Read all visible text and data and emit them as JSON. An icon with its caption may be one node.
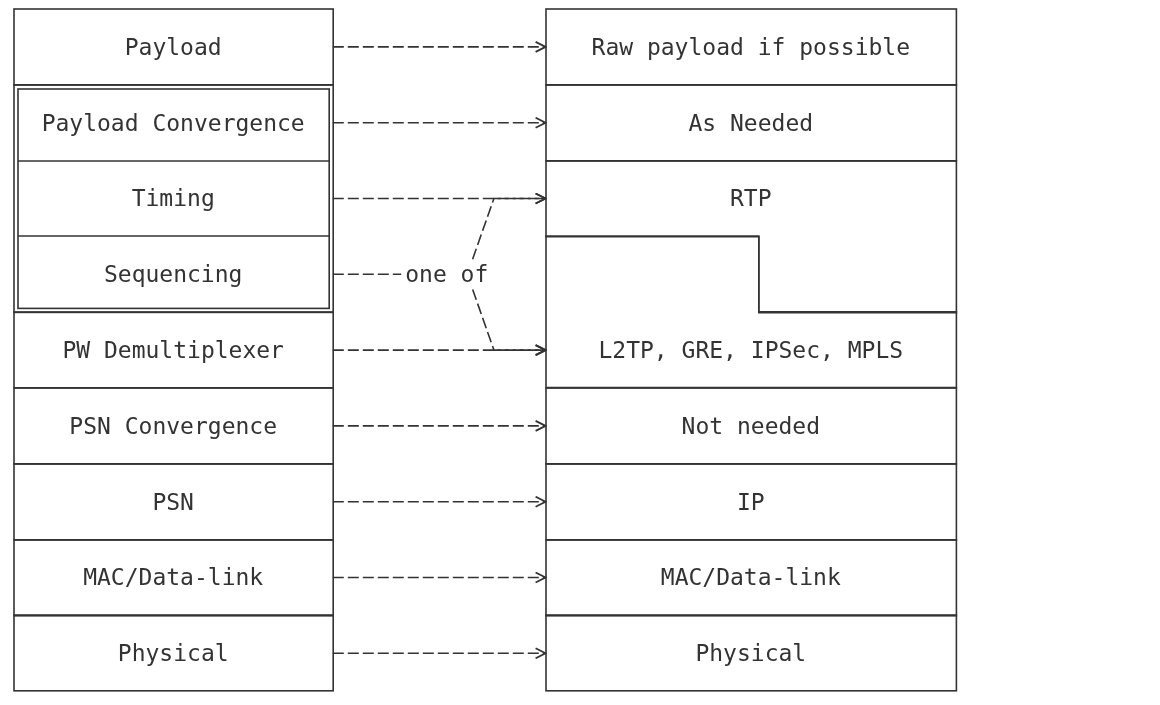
{
  "diagram": {
    "nodes": [
      {
        "text": [
          "Payload"
        ]
      },
      {
        "text": [],
        "shape": "box"
      },
      {
        "text": [
          "Payload Convergence"
        ],
        "in": 1
      },
      {
        "text": [
          "Timing"
        ],
        "in": 1
      },
      {
        "text": [
          "Sequencing"
        ],
        "in": 1
      },
      {
        "text": [
          "PW Demultiplexer"
        ]
      },
      {
        "text": [
          "PSN Convergence"
        ]
      },
      {
        "text": [
          "PSN"
        ]
      },
      {
        "text": [
          "MAC/Data-link"
        ]
      },
      {
        "text": [
          "Physical"
        ]
      },
      {
        "text": [
          "one of"
        ]
      },
      {
        "text": [
          "Raw payload if possible"
        ]
      },
      {
        "text": [
          "As Needed"
        ]
      },
      {
        "text": [
          "RTP"
        ]
      },
      {
        "text": [
          "L2TP, GRE, IPSec, MPLS"
        ]
      },
      {
        "text": [
          "Not needed"
        ]
      },
      {
        "text": [
          "IP"
        ]
      },
      {
        "text": [
          "MAC/Data-link"
        ]
      },
      {
        "text": [
          "Physical"
        ]
      }
    ],
    "edges": [
      {
        "from": 0,
        "to": 11,
        "arrow": "to"
      },
      {
        "from": 2,
        "to": 12,
        "arrow": "to"
      },
      {
        "from": 3,
        "to": 13,
        "arrow": "to"
      },
      {
        "from": 4,
        "to": 10,
        "arrow": "none"
      },
      {
        "from": 10,
        "to": 13,
        "arrow": "to"
      },
      {
        "from": 10,
        "to": 14,
        "arrow": "to"
      },
      {
        "from": 5,
        "to": 14,
        "arrow": "to"
      },
      {
        "from": 6,
        "to": 15,
        "arrow": "to"
      },
      {
        "from": 7,
        "to": 16,
        "arrow": "to"
      },
      {
        "from": 8,
        "to": 17,
        "arrow": "to"
      },
      {
        "from": 9,
        "to": 18,
        "arrow": "to"
      }
    ]
  }
}
